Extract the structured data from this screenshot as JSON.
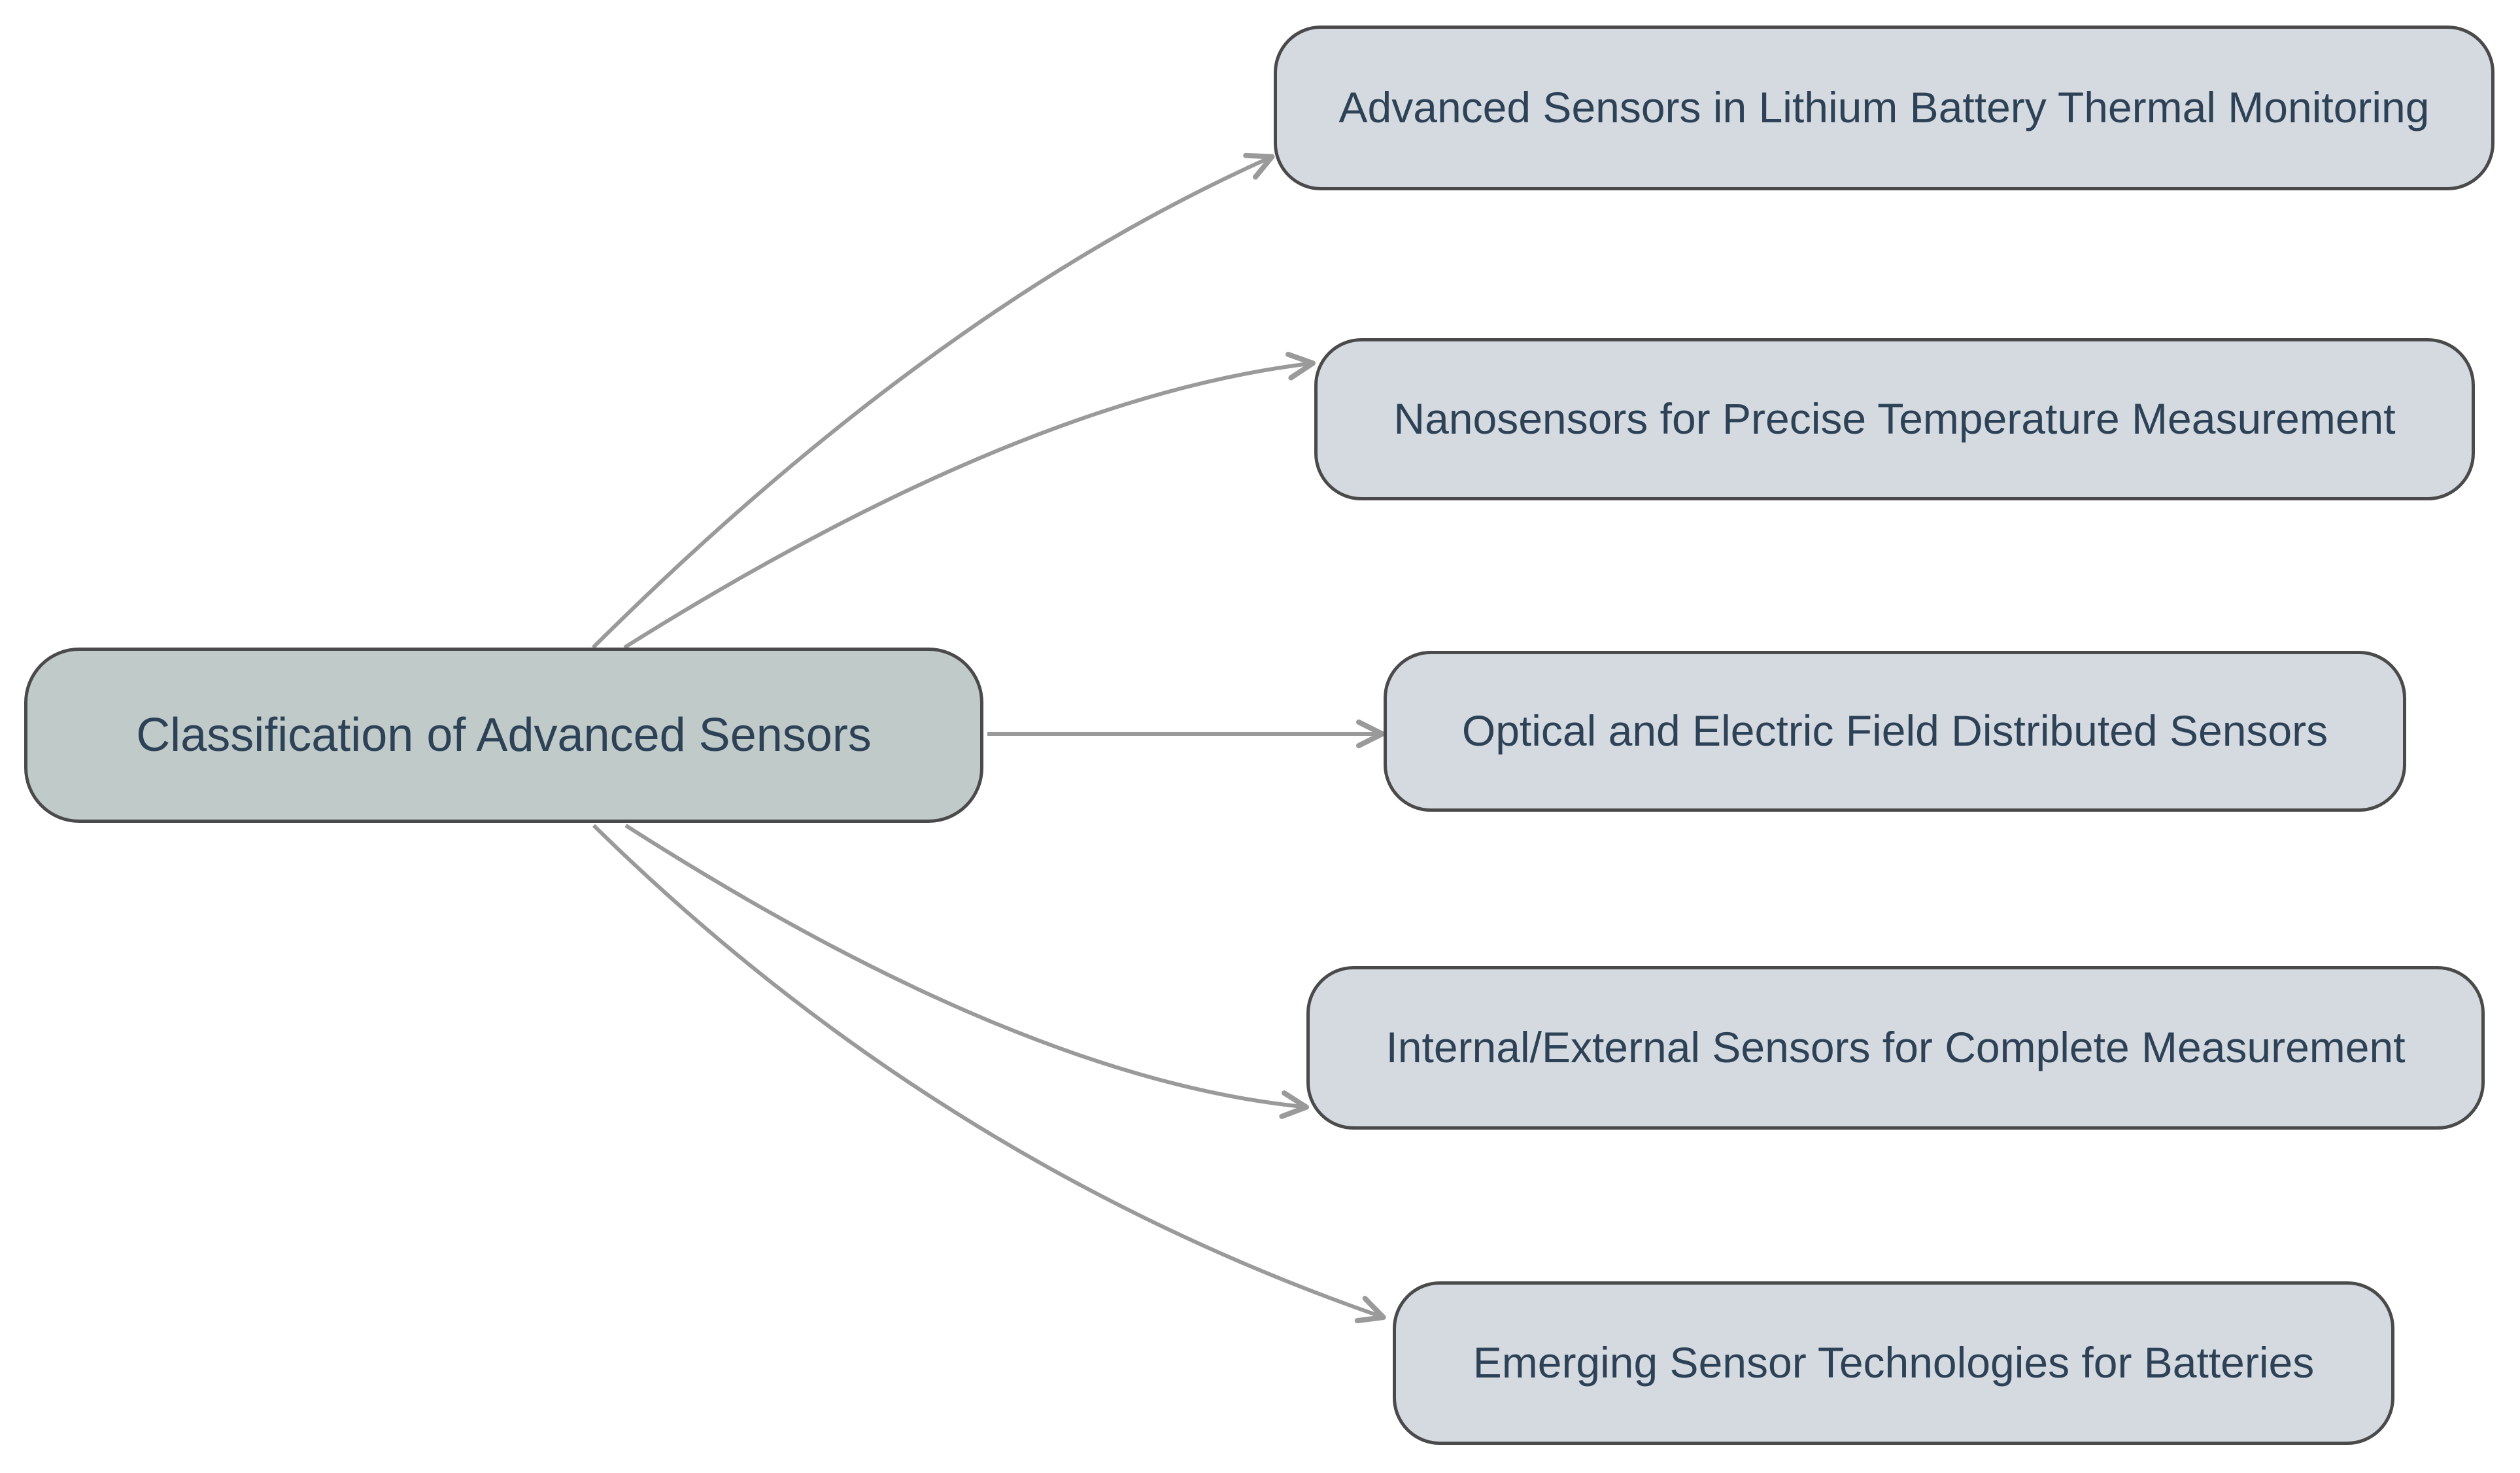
{
  "diagram": {
    "type": "mindmap-flowchart",
    "root": {
      "label": "Classification of Advanced Sensors"
    },
    "children": [
      {
        "label": "Advanced Sensors in Lithium Battery Thermal Monitoring"
      },
      {
        "label": "Nanosensors for Precise Temperature Measurement"
      },
      {
        "label": "Optical and Electric Field Distributed Sensors"
      },
      {
        "label": "Internal/External Sensors for Complete Measurement"
      },
      {
        "label": "Emerging Sensor Technologies for Batteries"
      }
    ],
    "edges": [
      {
        "from": "root",
        "to": "child-1"
      },
      {
        "from": "root",
        "to": "child-2"
      },
      {
        "from": "root",
        "to": "child-3"
      },
      {
        "from": "root",
        "to": "child-4"
      },
      {
        "from": "root",
        "to": "child-5"
      }
    ],
    "colors": {
      "root_fill": "#c0cac9",
      "child_fill": "#d5dae0",
      "border": "#4a4a4a",
      "text": "#2d4257",
      "arrow": "#9a9a9a",
      "background": "#ffffff"
    }
  }
}
